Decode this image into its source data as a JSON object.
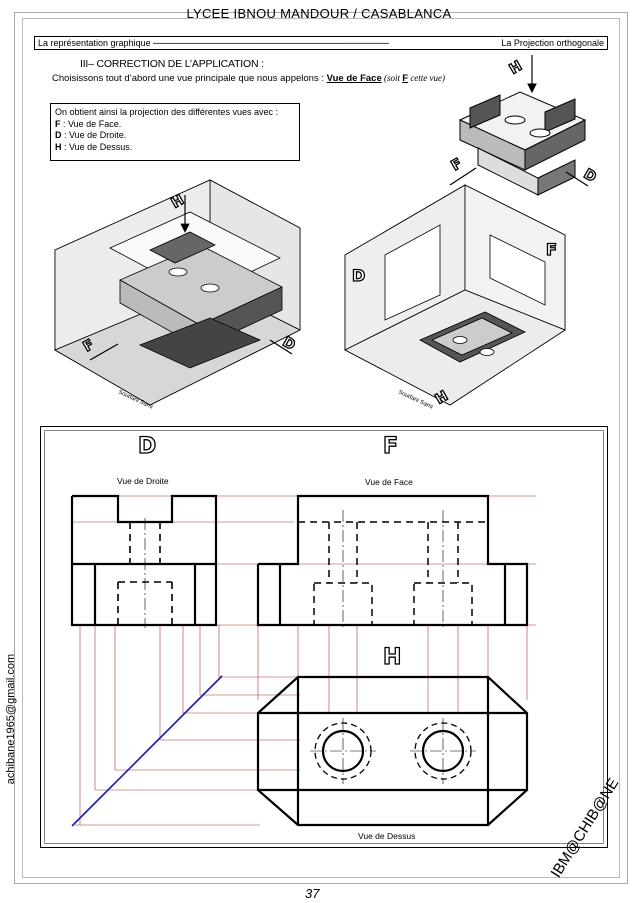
{
  "header": {
    "school": "LYCEE IBNOU MANDOUR / CASABLANCA",
    "left_title": "La représentation graphique",
    "right_title": "La Projection orthogonale",
    "dashes": "----------------------------------------------------------------------------------------------------------------------"
  },
  "section": {
    "title": "III– CORRECTION DE L’APPLICATION :",
    "intro_prefix": "Choisissons tout d’abord une vue principale que nous appelons : ",
    "intro_bold": "Vue de Face",
    "intro_italic": " (soit ",
    "intro_F": "F",
    "intro_italic2": " cette vue)"
  },
  "box": {
    "line1": "On obtient ainsi la projection des différentes vues avec :",
    "line2_k": "F",
    "line2_v": " : Vue de Face.",
    "line3_k": "D",
    "line3_v": " : Vue de Droite.",
    "line4_k": "H",
    "line4_v": " : Vue de Dessus."
  },
  "views": {
    "D_letter": "D",
    "F_letter": "F",
    "H_letter": "H",
    "D_label": "Vue de Droite",
    "F_label": "Vue de Face",
    "H_label": "Vue de Dessus"
  },
  "illustration": {
    "author": "Soudani Sami",
    "letters": [
      "H",
      "F",
      "D"
    ]
  },
  "side": {
    "email": "achibane1965@gmail.com",
    "signature": "IBM@CHIB@NE"
  },
  "footer": {
    "page": "37"
  }
}
